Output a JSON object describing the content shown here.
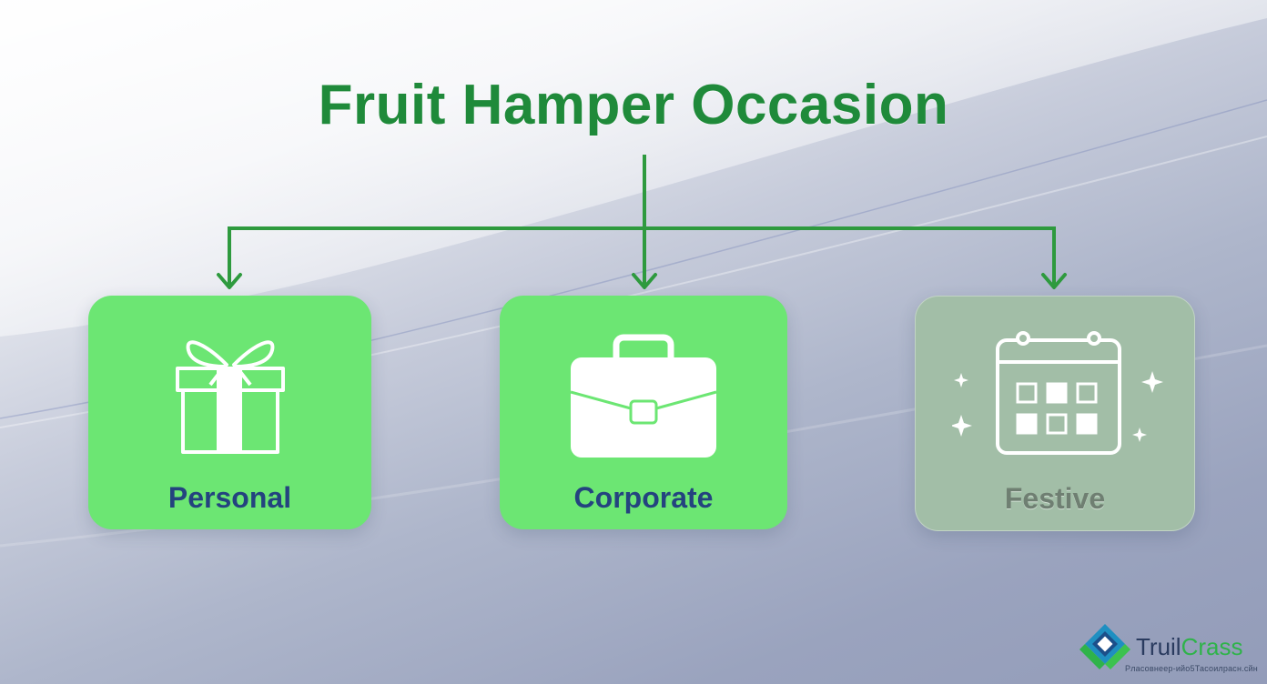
{
  "diagram": {
    "title": "Fruit Hamper Occasion",
    "nodes": [
      {
        "label": "Personal",
        "icon": "gift-icon",
        "style": "active"
      },
      {
        "label": "Corporate",
        "icon": "briefcase-icon",
        "style": "active"
      },
      {
        "label": "Festive",
        "icon": "calendar-icon",
        "style": "muted"
      }
    ],
    "edges": [
      {
        "from": "Fruit Hamper Occasion",
        "to": "Personal"
      },
      {
        "from": "Fruit Hamper Occasion",
        "to": "Corporate"
      },
      {
        "from": "Fruit Hamper Occasion",
        "to": "Festive"
      }
    ]
  },
  "branding": {
    "name_part1": "Truil",
    "name_part2": "Crass",
    "tagline": "Рласовнеер-ийо5Тасоилрасн.сйн",
    "icon": "logo-mark-icon"
  },
  "colors": {
    "title": "#1f8a3a",
    "connector": "#2e9a3e",
    "card_active": "#6ce673",
    "card_muted": "#a2bea7",
    "label": "#24437f"
  }
}
